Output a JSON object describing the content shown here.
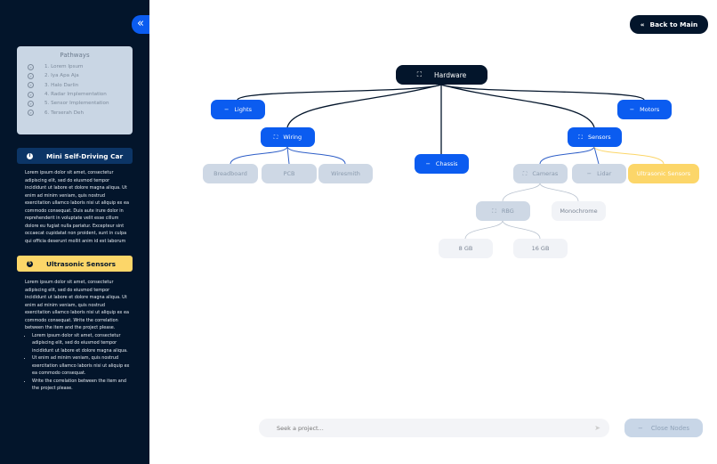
{
  "sidebar": {
    "collapse_icon": "double-chevron-left",
    "pathways": {
      "title": "Pathways",
      "items": [
        "1. Lorem Ipsum",
        "2. Iya Apa Aja",
        "3. Halo Darlin",
        "4. Radar Implementation",
        "5. Sensor Implementation",
        "6. Terserah Deh"
      ]
    },
    "section1": {
      "title": "Mini Self-Driving Car",
      "icon": "info",
      "text": "Lorem ipsum dolor sit amet, consectetur adipiscing elit, sed do eiusmod tempor incididunt ut labore et dolore magna aliqua. Ut enim ad minim veniam, quis nostrud exercitation ullamco laboris nisi ut aliquip ex ea commodo consequat. Duis aute irure dolor in reprehenderit in voluptate velit esse cillum dolore eu fugiat nulla pariatur. Excepteur sint occaecat cupidatat non proident, sunt in culpa qui officia deserunt mollit anim id est laborum"
    },
    "section2": {
      "title": "Ultrasonic Sensors",
      "text": "Lorem ipsum dolor sit amet, consectetur adipiscing elit, sed do eiusmod tempor incididunt ut labore et dolore magna aliqua. Ut enim ad minim veniam, quis nostrud exercitation ullamco laboris nisi ut aliquip ex ea commodo consequat. Write the correlation between the item and the project please.",
      "bullets": [
        "Lorem ipsum dolor sit amet, consectetur adipiscing elit, sed do eiusmod tempor incididunt ut labore et dolore magna aliqua.",
        "Ut enim ad minim veniam, quis nostrud exercitation ullamco laboris nisi ut aliquip ex ea commodo consequat.",
        "Write the correlation between the item and the project please."
      ]
    }
  },
  "header": {
    "back_label": "Back to Main"
  },
  "tree": {
    "hardware": {
      "label": "Hardware",
      "icon": "expand"
    },
    "lights": {
      "label": "Lights",
      "icon": "minus"
    },
    "motors": {
      "label": "Motors",
      "icon": "minus"
    },
    "wiring": {
      "label": "Wiring",
      "icon": "expand"
    },
    "chassis": {
      "label": "Chassis",
      "icon": "minus"
    },
    "sensors": {
      "label": "Sensors",
      "icon": "expand"
    },
    "breadboard": {
      "label": "Breadboard"
    },
    "pcb": {
      "label": "PCB"
    },
    "wiresmith": {
      "label": "Wiresmith"
    },
    "cameras": {
      "label": "Cameras",
      "icon": "expand"
    },
    "lidar": {
      "label": "Lidar",
      "icon": "minus"
    },
    "ultrasonic": {
      "label": "Ultrasonic Sensors",
      "selected": true
    },
    "rbg": {
      "label": "RBG",
      "icon": "expand"
    },
    "monochrome": {
      "label": "Monochrome"
    },
    "gb8": {
      "label": "8 GB"
    },
    "gb16": {
      "label": "16 GB"
    }
  },
  "footer": {
    "search_placeholder": "Seek a project...",
    "close_label": "Close Nodes"
  },
  "colors": {
    "navy": "#03152b",
    "blue": "#0b5cf0",
    "yellow": "#fcd669",
    "muted": "#ced8e5"
  }
}
